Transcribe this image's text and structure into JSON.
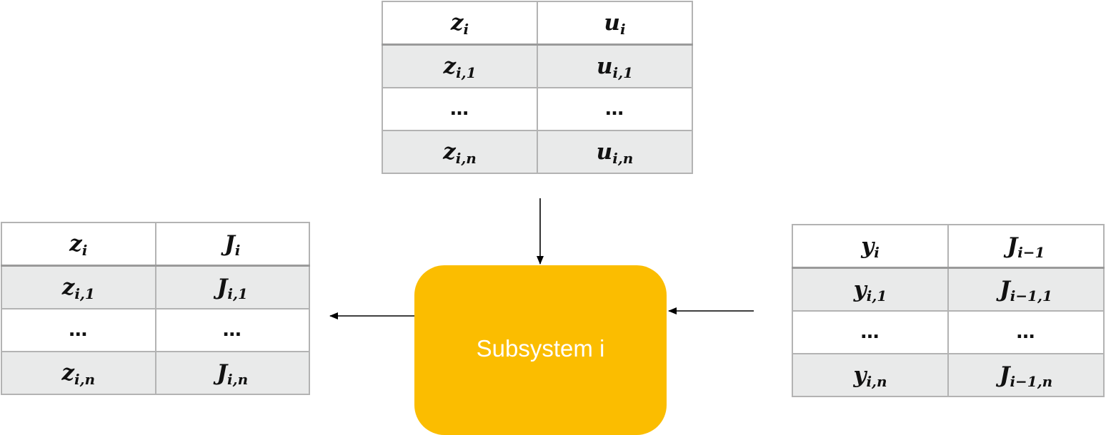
{
  "subsystem": {
    "label": "Subsystem i"
  },
  "tables": {
    "top": {
      "header": [
        {
          "base": "z",
          "sub": "i"
        },
        {
          "base": "u",
          "sub": "i"
        }
      ],
      "rows": [
        [
          {
            "base": "z",
            "sub": "i,1"
          },
          {
            "base": "u",
            "sub": "i,1"
          }
        ],
        [
          {
            "base": "…",
            "sub": ""
          },
          {
            "base": "…",
            "sub": ""
          }
        ],
        [
          {
            "base": "z",
            "sub": "i,n"
          },
          {
            "base": "u",
            "sub": "i,n"
          }
        ]
      ]
    },
    "left": {
      "header": [
        {
          "base": "z",
          "sub": "i"
        },
        {
          "base": "J",
          "sub": "i"
        }
      ],
      "rows": [
        [
          {
            "base": "z",
            "sub": "i,1"
          },
          {
            "base": "J",
            "sub": "i,1"
          }
        ],
        [
          {
            "base": "…",
            "sub": ""
          },
          {
            "base": "…",
            "sub": ""
          }
        ],
        [
          {
            "base": "z",
            "sub": "i,n"
          },
          {
            "base": "J",
            "sub": "i,n"
          }
        ]
      ]
    },
    "right": {
      "header": [
        {
          "base": "y",
          "sub": "i"
        },
        {
          "base": "J",
          "sub": "i−1"
        }
      ],
      "rows": [
        [
          {
            "base": "y",
            "sub": "i,1"
          },
          {
            "base": "J",
            "sub": "i−1,1"
          }
        ],
        [
          {
            "base": "…",
            "sub": ""
          },
          {
            "base": "…",
            "sub": ""
          }
        ],
        [
          {
            "base": "y",
            "sub": "i,n"
          },
          {
            "base": "J",
            "sub": "i−1,n"
          }
        ]
      ]
    }
  },
  "colors": {
    "subsystem_fill": "#fbbd00",
    "row_shade": "#e9eaea",
    "grid": "#b3b3b3",
    "arrow": "#000000"
  }
}
